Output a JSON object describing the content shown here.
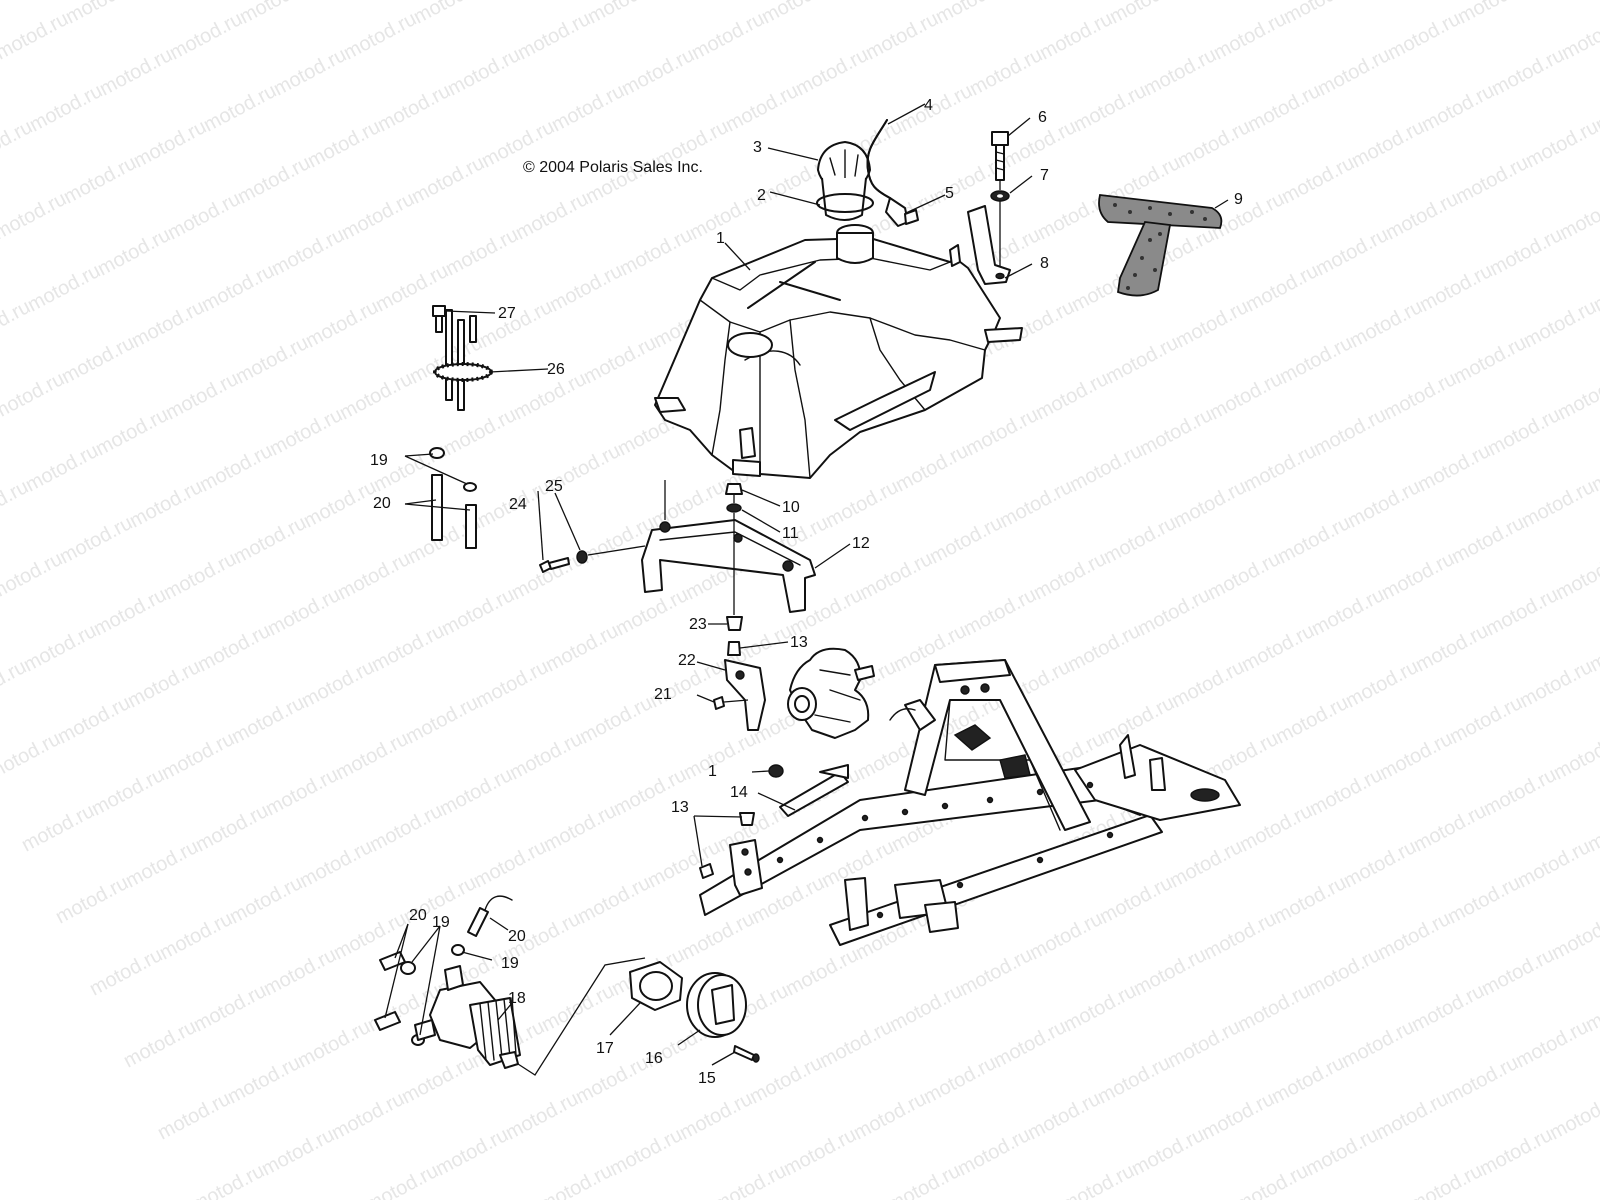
{
  "copyright": "© 2004 Polaris Sales Inc.",
  "watermark": "motod.ru",
  "callouts": {
    "c1": "1",
    "c2": "2",
    "c3": "3",
    "c4": "4",
    "c5": "5",
    "c6": "6",
    "c7": "7",
    "c8": "8",
    "c9": "9",
    "c10": "10",
    "c11": "11",
    "c12": "12",
    "c13a": "13",
    "c13b": "13",
    "c1b": "1",
    "c14": "14",
    "c15": "15",
    "c16": "16",
    "c17": "17",
    "c18": "18",
    "c19a": "19",
    "c19b": "19",
    "c19c": "19",
    "c20a": "20",
    "c20b": "20",
    "c20c": "20",
    "c21": "21",
    "c22": "22",
    "c23": "23",
    "c24": "24",
    "c25": "25",
    "c26": "26",
    "c27": "27"
  }
}
